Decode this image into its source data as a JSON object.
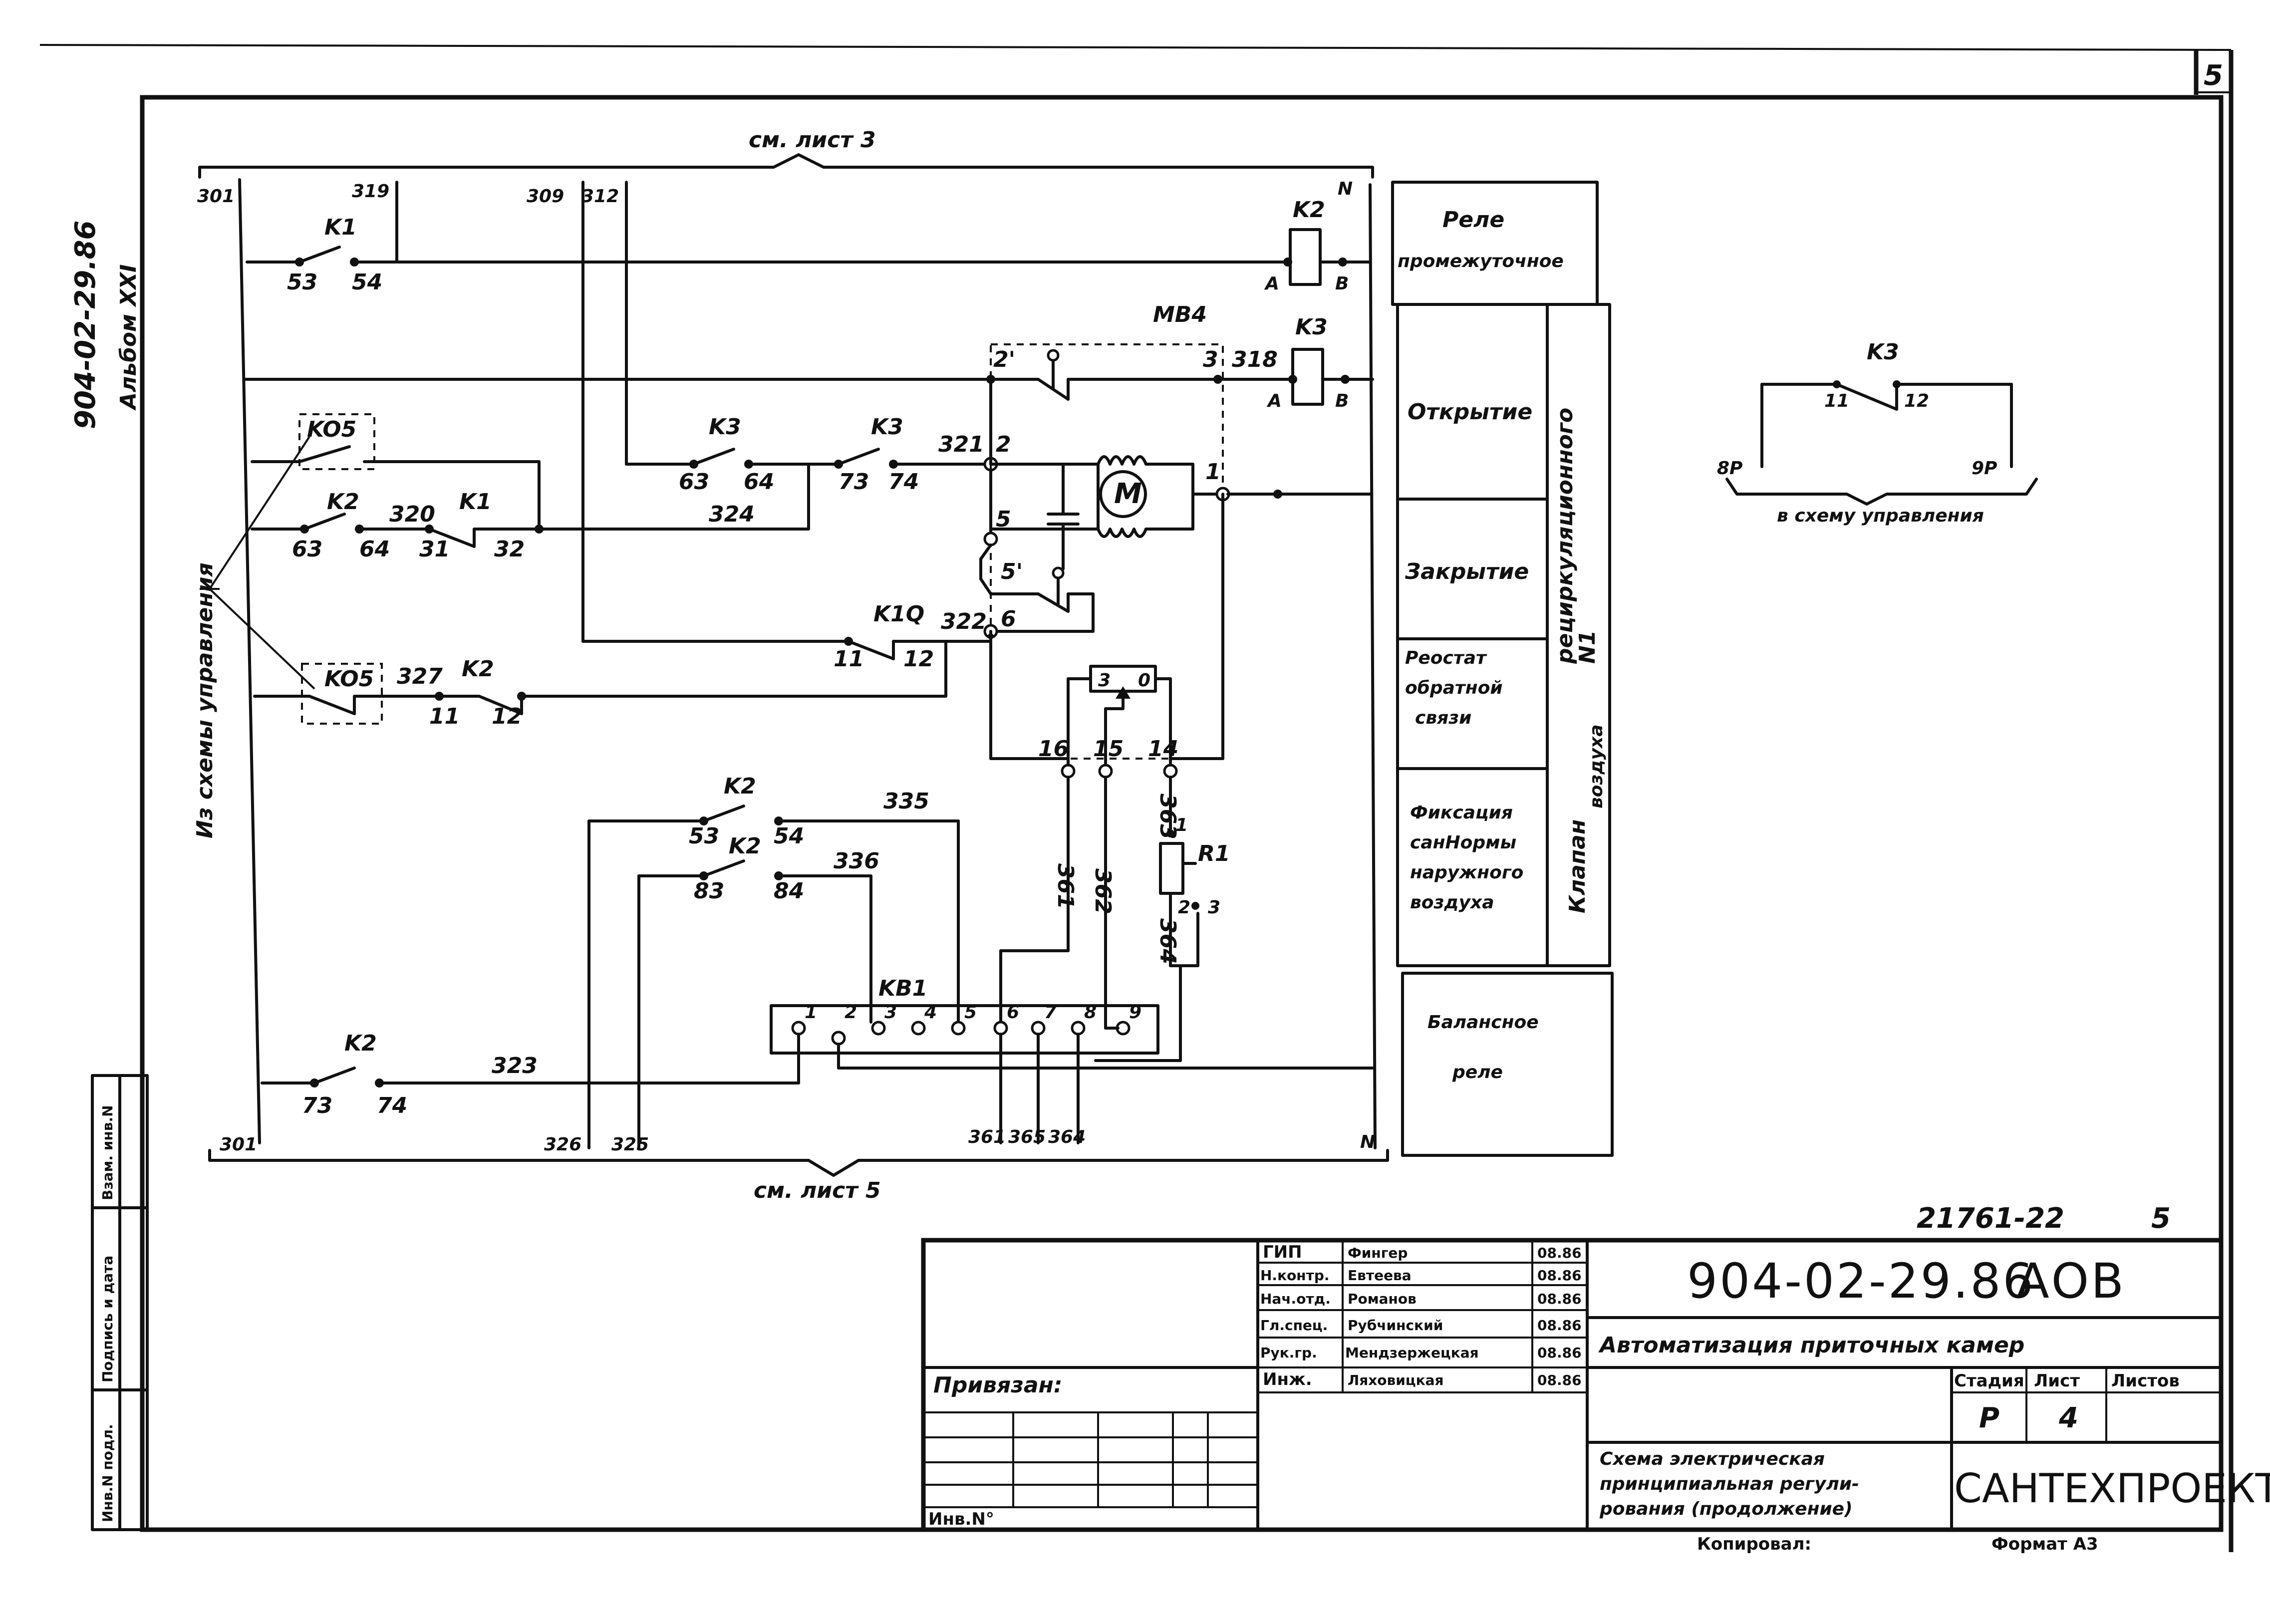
{
  "sheet_number": "5",
  "side_stamp": {
    "code": "904-02-29.86",
    "album": "Альбом XXI"
  },
  "references": {
    "top": "см. лист 3",
    "bottom": "см. лист 5"
  },
  "side_label": "Из схемы управления",
  "wires_top": [
    "301",
    "319",
    "309",
    "312"
  ],
  "wires_bottom": [
    "301",
    "326",
    "325",
    "361",
    "365",
    "364"
  ],
  "neutral": "N",
  "contacts": [
    {
      "name": "K1",
      "a": "53",
      "b": "54"
    },
    {
      "name": "K2",
      "a": "63",
      "b": "64"
    },
    {
      "name": "K1",
      "a": "31",
      "b": "32"
    },
    {
      "name": "K3",
      "a": "63",
      "b": "64"
    },
    {
      "name": "K3",
      "a": "73",
      "b": "74"
    },
    {
      "name": "K1Q",
      "a": "11",
      "b": "12"
    },
    {
      "name": "K2",
      "a": "11",
      "b": "12"
    },
    {
      "name": "K2",
      "a": "53",
      "b": "54"
    },
    {
      "name": "K2",
      "a": "83",
      "b": "84"
    },
    {
      "name": "K2",
      "a": "73",
      "b": "74"
    }
  ],
  "wire_numbers": [
    "320",
    "324",
    "321",
    "322",
    "327",
    "318",
    "335",
    "336",
    "323",
    "361",
    "362",
    "363",
    "364"
  ],
  "devices": {
    "k2": "K2",
    "k3": "K3",
    "mb4": "MB4",
    "motor": "M",
    "ko5_a": "KO5",
    "ko5_b": "KO5",
    "r1": "R1",
    "kb1": "KB1",
    "coil_a": "A",
    "coil_b": "B",
    "mb_terms": [
      "2'",
      "3",
      "2",
      "1",
      "5",
      "5'",
      "6",
      "16",
      "15",
      "14"
    ],
    "rheo_terms": [
      "3",
      "0"
    ],
    "r1_terms": [
      "1",
      "2",
      "3"
    ],
    "kb1_terms": [
      "1",
      "2",
      "3",
      "4",
      "5",
      "6",
      "7",
      "8",
      "9"
    ]
  },
  "legend": {
    "relay": [
      "Реле",
      "промежуточное"
    ],
    "open": "Открытие",
    "close": "Закрытие",
    "rheostat": [
      "Реостат",
      "обратной",
      "связи"
    ],
    "fixation": [
      "Фиксация",
      "санНормы",
      "наружного",
      "воздуха"
    ],
    "valve": [
      "Клапан",
      "рециркуляционного",
      "воздуха",
      "N1"
    ],
    "balance": [
      "Балансное",
      "реле"
    ]
  },
  "aux": {
    "relay": "K3",
    "c1": "11",
    "c2": "12",
    "left": "8P",
    "right": "9P",
    "caption": "в схему управления"
  },
  "left_strip": [
    "Инв.N подл.",
    "Подпись и дата",
    "Взам. инв.N"
  ],
  "title_block": {
    "code": "904-02-29.86",
    "suffix": "АОВ",
    "project": "Автоматизация приточных камер",
    "sheet_title": [
      "Схема электрическая",
      "принципиальная регули-",
      "рования (продолжение)"
    ],
    "org": "САНТЕХПРОЕКТ",
    "stage_headers": [
      "Стадия",
      "Лист",
      "Листов"
    ],
    "stage_values": [
      "Р",
      "4",
      ""
    ],
    "roles": [
      "ГИП",
      "Н.контр.",
      "Нач.отд.",
      "Гл.спец.",
      "Рук.гр.",
      "Инж."
    ],
    "names": [
      "Фингер",
      "Евтеева",
      "Романов",
      "Рубчинский",
      "Мендзержецкая",
      "Ляховицкая"
    ],
    "dates": [
      "08.86",
      "08.86",
      "08.86",
      "08.86",
      "08.86",
      "08.86"
    ],
    "attached": "Привязан:",
    "inv": "Инв.N°",
    "copied": "Копировал:",
    "format": "Формат А3",
    "handwritten_num": "21761-22",
    "handwritten_sheet": "5"
  }
}
